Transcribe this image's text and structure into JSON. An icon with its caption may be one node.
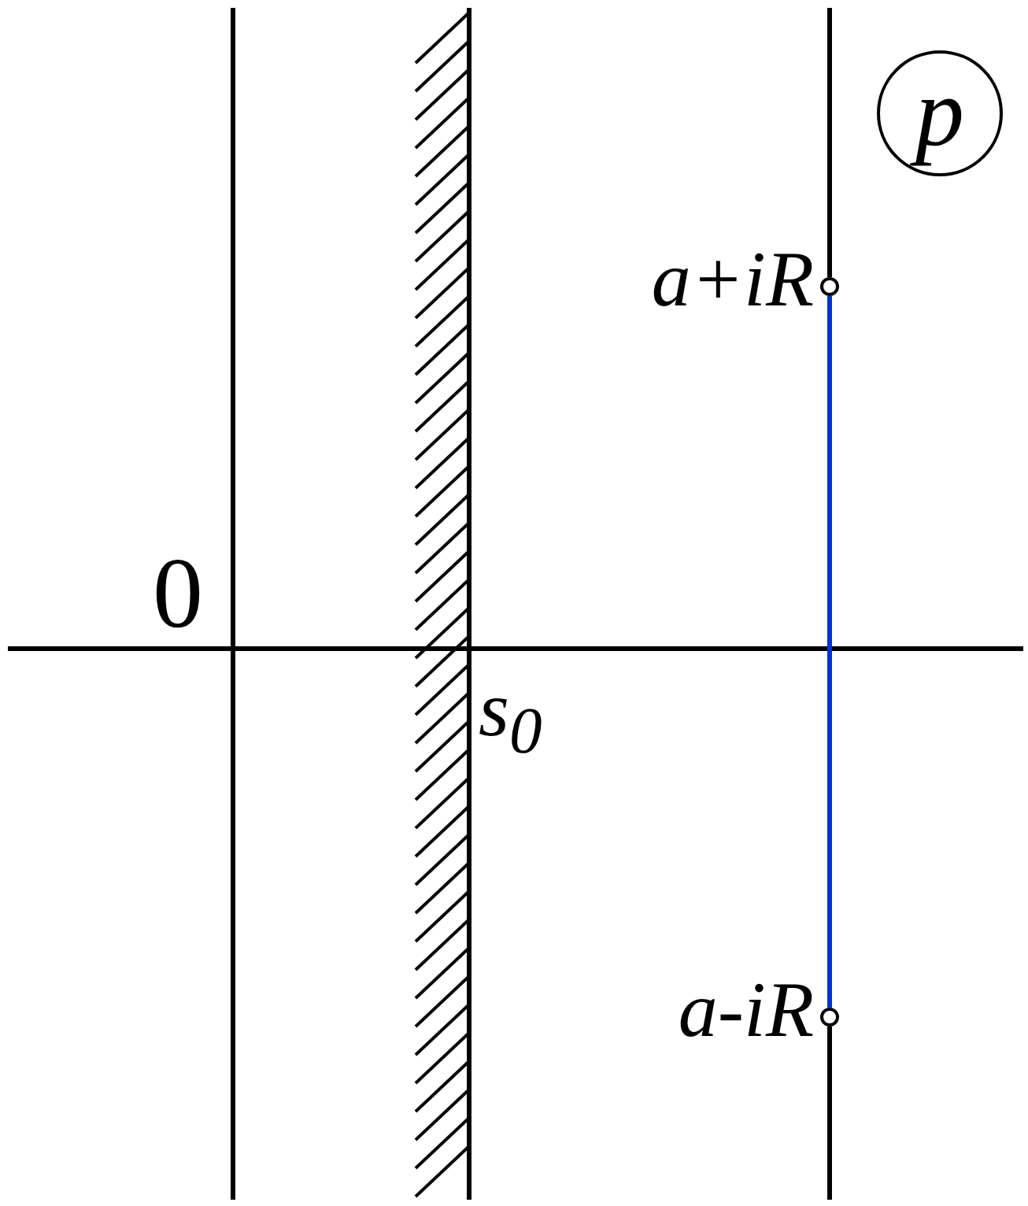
{
  "diagram": {
    "nodes": [
      {
        "text": [
          "p"
        ]
      },
      {
        "text": [],
        "shape": "circle",
        "beside": [
          "a+iR"
        ]
      },
      {
        "text": [],
        "shape": "circle",
        "beside": [
          "a-iR"
        ]
      }
    ],
    "edges": [
      {
        "from": 1,
        "to": 2,
        "arrow": "none",
        "color": "#0033cc"
      }
    ],
    "labels": [
      "0",
      "s$_{0}$"
    ]
  }
}
